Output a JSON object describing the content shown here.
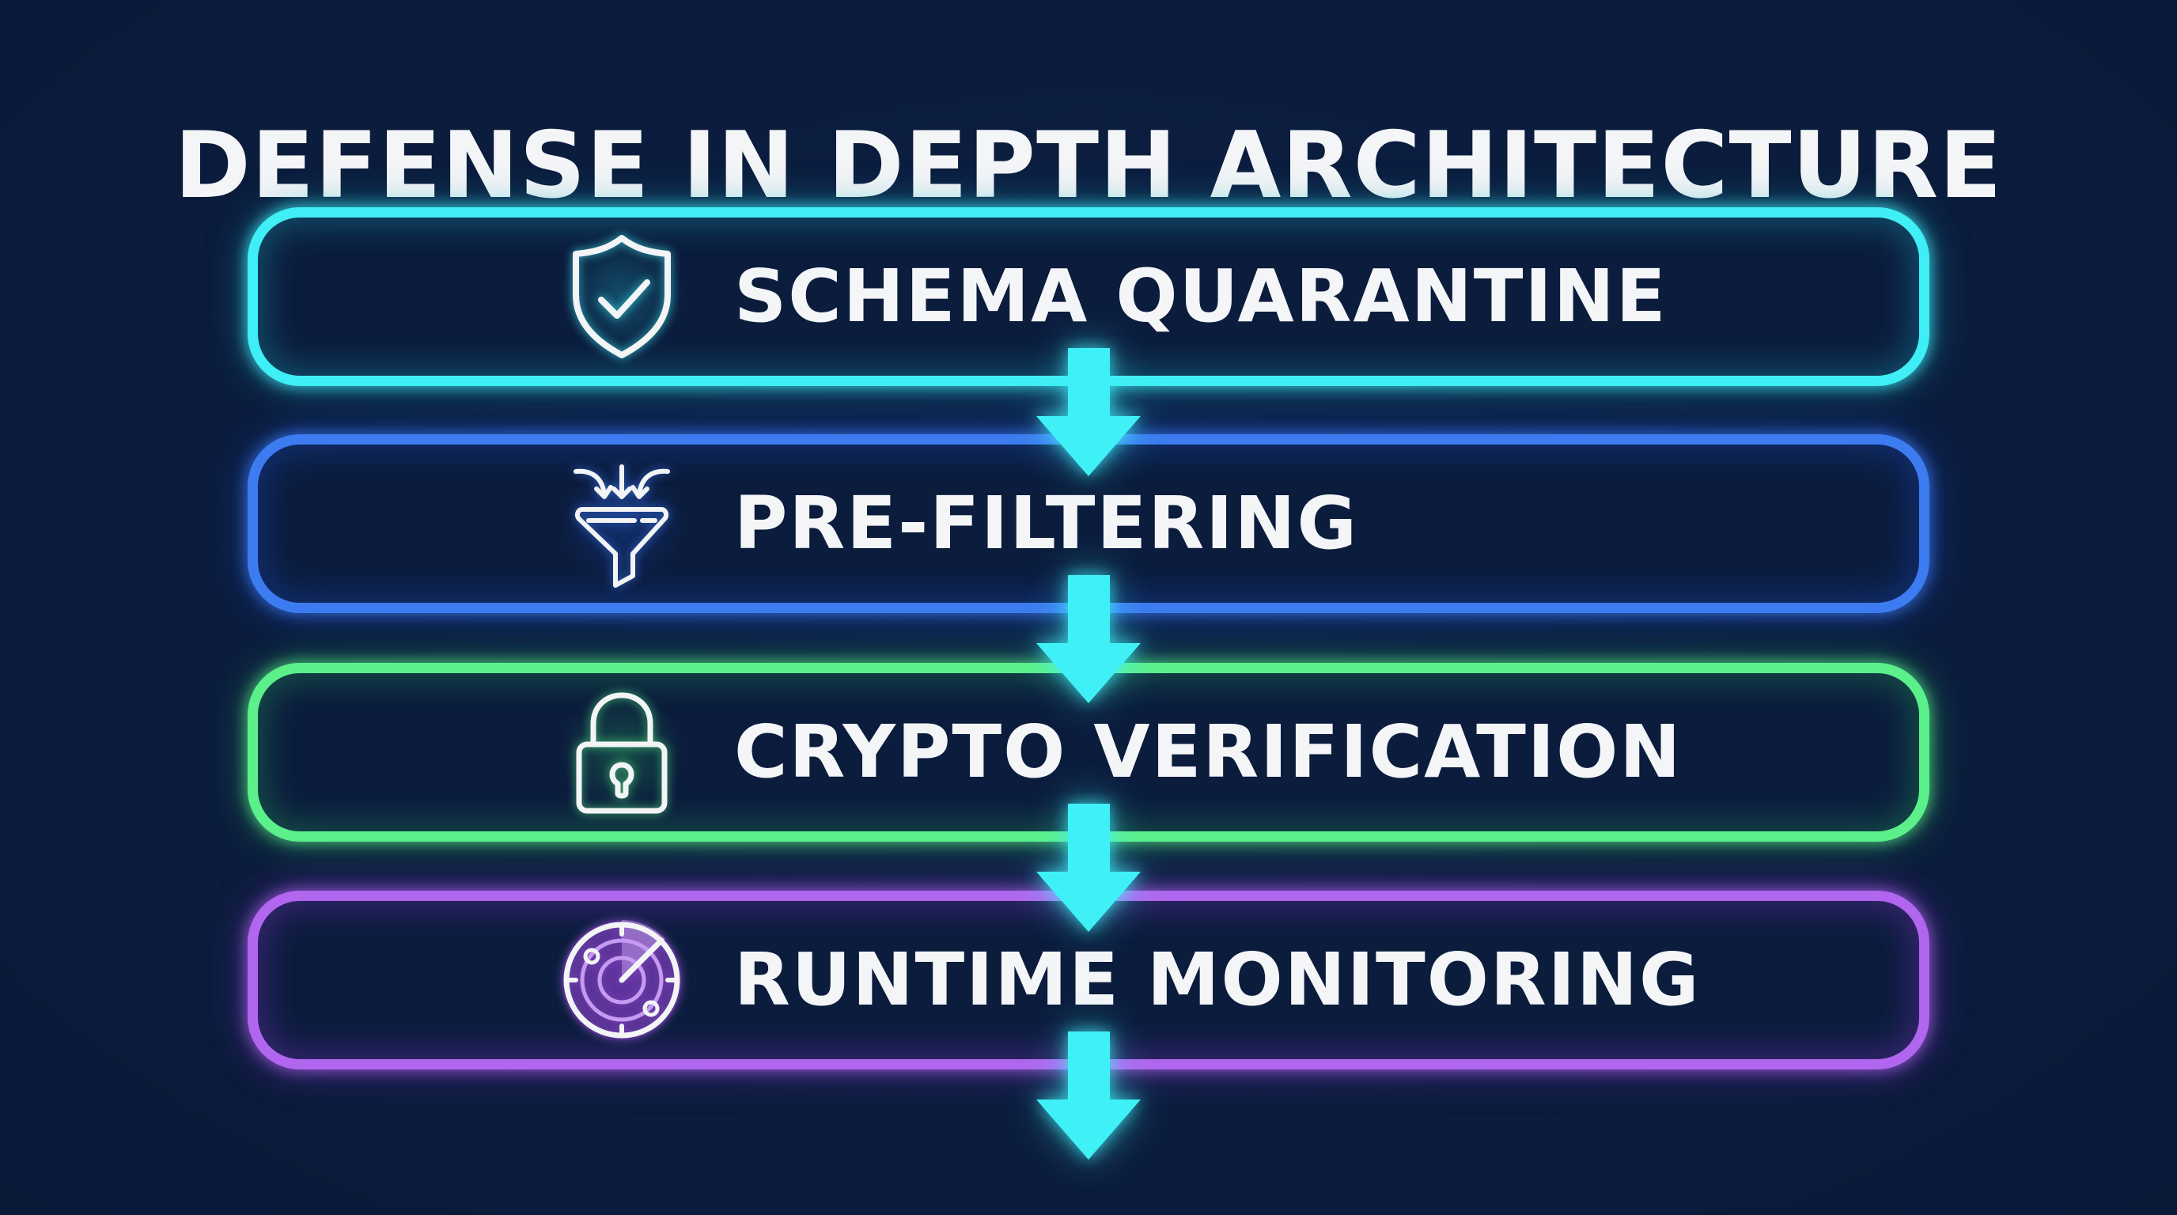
{
  "title": "DEFENSE IN DEPTH ARCHITECTURE",
  "colors": {
    "background": "#0b1c3d",
    "text": "#f4f5f7",
    "arrow": "#40f0f7"
  },
  "layers": [
    {
      "label": "SCHEMA QUARANTINE",
      "icon": "shield-check-icon",
      "color": "#40eef5"
    },
    {
      "label": "PRE-FILTERING",
      "icon": "funnel-filter-icon",
      "color": "#3d7bf0"
    },
    {
      "label": "CRYPTO VERIFICATION",
      "icon": "padlock-icon",
      "color": "#5cf08a"
    },
    {
      "label": "RUNTIME MONITORING",
      "icon": "radar-icon",
      "color": "#b066ee"
    }
  ],
  "arrows": [
    {
      "direction": "down",
      "icon": "arrow-down-icon"
    },
    {
      "direction": "down",
      "icon": "arrow-down-icon"
    },
    {
      "direction": "down",
      "icon": "arrow-down-icon"
    },
    {
      "direction": "down",
      "icon": "arrow-down-icon"
    }
  ]
}
